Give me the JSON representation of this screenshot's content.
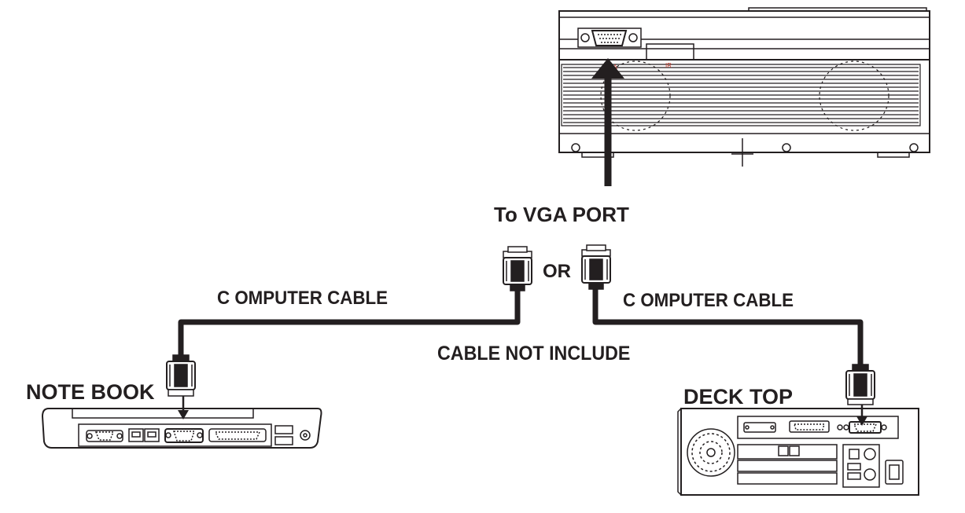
{
  "labels": {
    "vga_port": "To VGA PORT",
    "or": "OR",
    "cable_left": "C OMPUTER CABLE",
    "cable_right": "C OMPUTER CABLE",
    "not_included": "CABLE NOT INCLUDE",
    "notebook": "NOTE BOOK",
    "desktop": "DECK TOP"
  },
  "projector": {
    "vga_marking": "VGA",
    "ir_marking": "IR"
  },
  "colors": {
    "line": "#231f20",
    "marking": "#c0392b",
    "background": "#ffffff"
  }
}
